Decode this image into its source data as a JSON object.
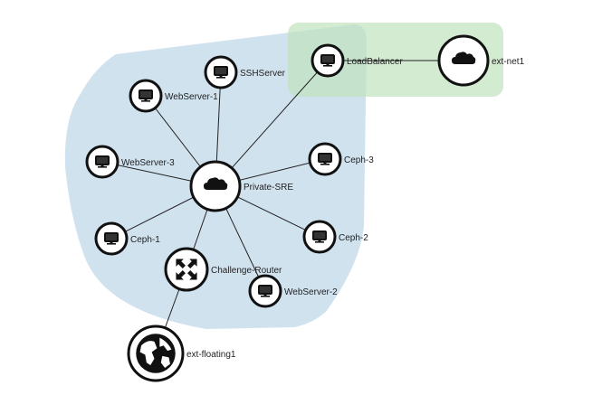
{
  "networks": [
    {
      "id": "private",
      "label": "Private-SRE",
      "color": "#b8d3e6"
    },
    {
      "id": "extnet",
      "label": "ext-net1",
      "color": "#bfe2bd"
    }
  ],
  "nodes": [
    {
      "id": "loadbalancer",
      "label": "LoadBalancer",
      "icon": "monitor-icon",
      "kind": "server"
    },
    {
      "id": "extnet1",
      "label": "ext-net1",
      "icon": "cloud-icon",
      "kind": "network"
    },
    {
      "id": "sshserver",
      "label": "SSHServer",
      "icon": "monitor-icon",
      "kind": "server"
    },
    {
      "id": "webserver1",
      "label": "WebServer-1",
      "icon": "monitor-icon",
      "kind": "server"
    },
    {
      "id": "webserver3",
      "label": "WebServer-3",
      "icon": "monitor-icon",
      "kind": "server"
    },
    {
      "id": "privatesre",
      "label": "Private-SRE",
      "icon": "cloud-icon",
      "kind": "network"
    },
    {
      "id": "ceph3",
      "label": "Ceph-3",
      "icon": "monitor-icon",
      "kind": "server"
    },
    {
      "id": "ceph1",
      "label": "Ceph-1",
      "icon": "monitor-icon",
      "kind": "server"
    },
    {
      "id": "ceph2",
      "label": "Ceph-2",
      "icon": "monitor-icon",
      "kind": "server"
    },
    {
      "id": "router",
      "label": "Challenge-Router",
      "icon": "router-icon",
      "kind": "router"
    },
    {
      "id": "webserver2",
      "label": "WebServer-2",
      "icon": "monitor-icon",
      "kind": "server"
    },
    {
      "id": "extfloating1",
      "label": "ext-floating1",
      "icon": "globe-icon",
      "kind": "external"
    }
  ],
  "links": [
    {
      "source": "privatesre",
      "target": "sshserver"
    },
    {
      "source": "privatesre",
      "target": "webserver1"
    },
    {
      "source": "privatesre",
      "target": "webserver3"
    },
    {
      "source": "privatesre",
      "target": "loadbalancer"
    },
    {
      "source": "privatesre",
      "target": "ceph3"
    },
    {
      "source": "privatesre",
      "target": "ceph1"
    },
    {
      "source": "privatesre",
      "target": "ceph2"
    },
    {
      "source": "privatesre",
      "target": "router"
    },
    {
      "source": "privatesre",
      "target": "webserver2"
    },
    {
      "source": "loadbalancer",
      "target": "extnet1"
    },
    {
      "source": "router",
      "target": "extfloating1"
    }
  ]
}
